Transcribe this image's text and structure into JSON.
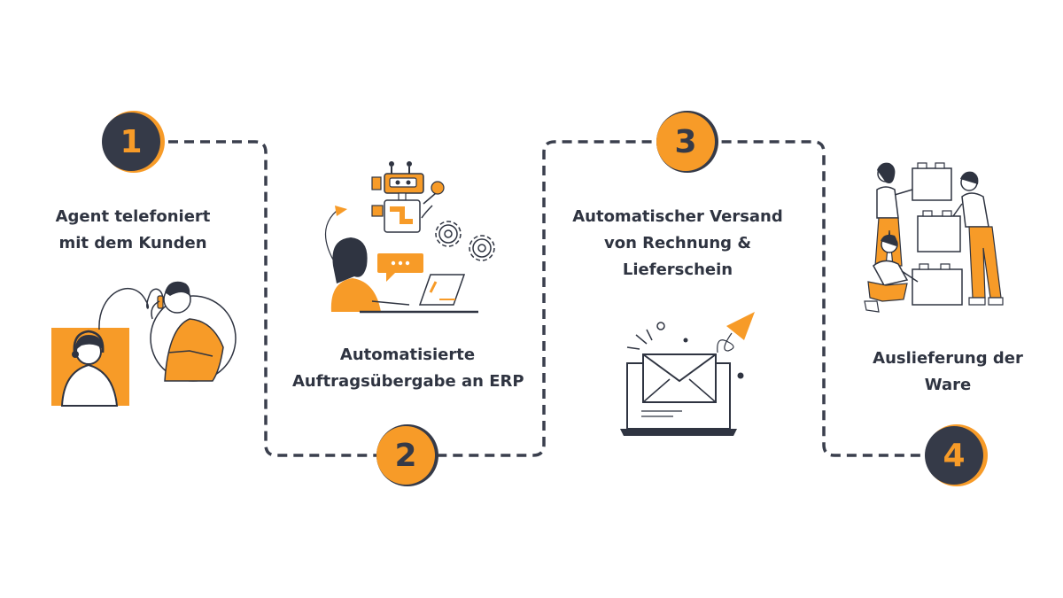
{
  "colors": {
    "accent": "#f79b28",
    "dark": "#353a48",
    "text": "#2f3441",
    "line": "#3a3f4d"
  },
  "steps": [
    {
      "number": "1",
      "badge_style": "dark",
      "title_lines": [
        "Agent telefoniert",
        "mit dem Kunden"
      ],
      "illustration": "customer-call-illustration"
    },
    {
      "number": "2",
      "badge_style": "orange",
      "title_lines": [
        "Automatisierte",
        "Auftragsübergabe an ERP"
      ],
      "illustration": "robot-automation-illustration"
    },
    {
      "number": "3",
      "badge_style": "orange",
      "title_lines": [
        "Automatischer Versand",
        "von Rechnung &",
        "Lieferschein"
      ],
      "illustration": "email-dispatch-illustration"
    },
    {
      "number": "4",
      "badge_style": "dark",
      "title_lines": [
        "Auslieferung der",
        "Ware"
      ],
      "illustration": "delivery-team-illustration"
    }
  ]
}
